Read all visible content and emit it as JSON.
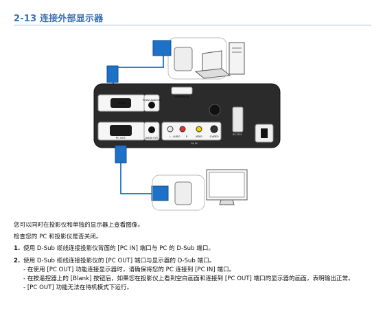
{
  "header": {
    "title": "2-13  连接外部显示器"
  },
  "figure": {
    "labels": {
      "pc_in": "PC IN",
      "pc_audio_in": "PC/DVI AUDIO IN",
      "hdmi": "HDMI/DVI IN",
      "pc_out": "PC OUT",
      "audio_out": "AUDIO OUT",
      "audio_l": "L - AUDIO",
      "audio_r": "R",
      "video": "VIDEO",
      "svideo": "S-VIDEO",
      "av_in": "AV IN",
      "rs232c": "RS-232C"
    }
  },
  "content": {
    "intro1": "您可以同时在投影仪和单独的显示器上查看图像。",
    "intro2": "检查您的 PC 和投影仪是否关闭。",
    "steps": [
      {
        "num": "1.",
        "text": "使用 D-Sub 缆线连接投影仪背面的 [PC IN] 端口与 PC 的 D-Sub 端口。"
      },
      {
        "num": "2.",
        "text": "使用 D-Sub 缆线连接投影仪的 [PC OUT] 端口与显示器的 D-Sub 端口。"
      }
    ],
    "notes": [
      "- 在使用 [PC OUT] 功能连接显示器时，请确保将您的 PC 连接到 [PC IN] 端口。",
      "- 在按遥控器上的 [Blank] 按钮后，如果您在投影仪上看到空白画面和连接到 [PC OUT] 端口的显示器的画面，表明输出正常。",
      "- [PC OUT] 功能无法在待机模式下运行。"
    ]
  }
}
